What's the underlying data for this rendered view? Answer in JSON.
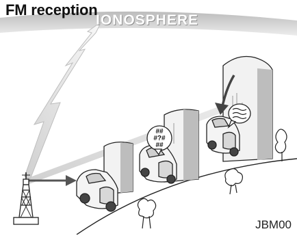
{
  "title": "FM reception",
  "ionosphere_label": "IONOSPHERE",
  "figure_code": "JBM00",
  "bubble_lines": [
    "##",
    "#?#",
    "##"
  ],
  "colors": {
    "sky_band": "#c4c4c4",
    "building_shade": "#bdbdbd",
    "line": "#222222"
  }
}
